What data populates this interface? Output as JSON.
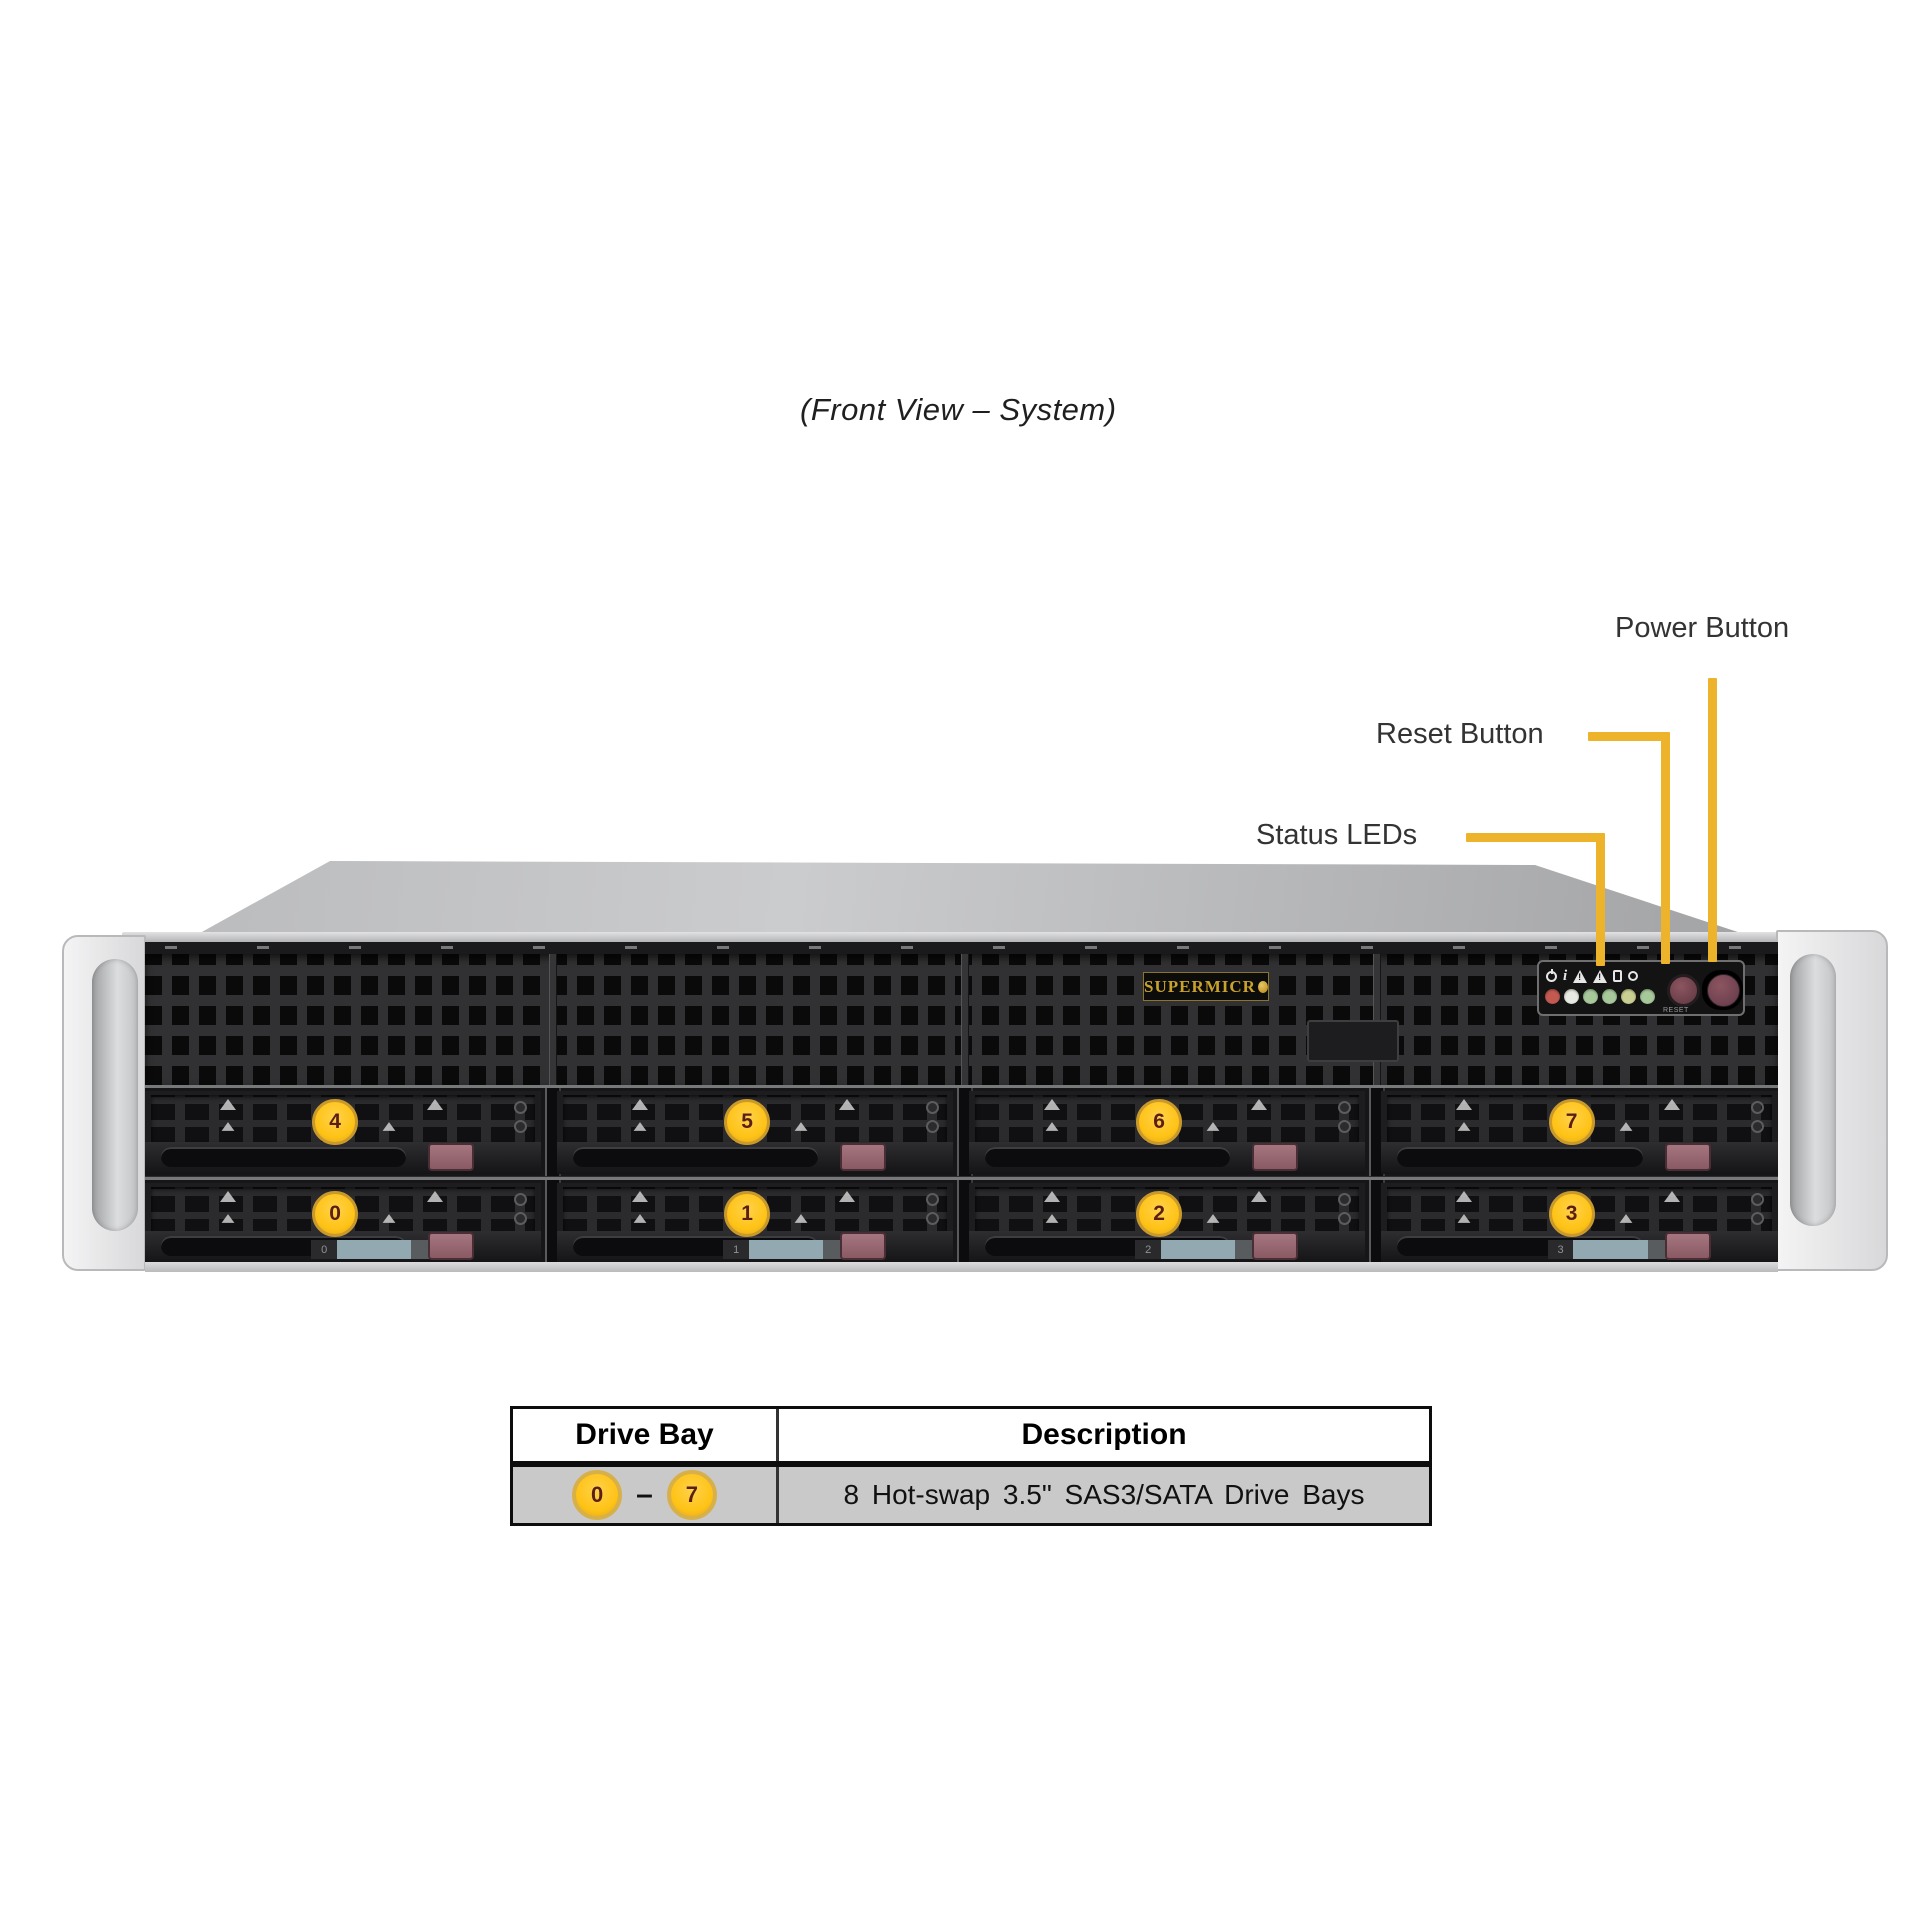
{
  "figure": {
    "caption": "(Front View – System)"
  },
  "callouts": [
    {
      "label": "Power Button"
    },
    {
      "label": "Reset Button"
    },
    {
      "label": "Status LEDs"
    }
  ],
  "server": {
    "brand": "SUPERMICRO",
    "brand_prefix": "SUPERMICR",
    "control_panel": {
      "reset_caption": "RESET",
      "status_icons": [
        "power-led-icon",
        "info-icon",
        "overheat-warning-icon",
        "alarm-warning-icon",
        "nic-activity-icon",
        "power-icon"
      ],
      "led_colors": [
        "#C35A52",
        "#E9E9E3",
        "#A6C89B",
        "#A6C89B",
        "#C9CF92",
        "#A6C89B"
      ]
    },
    "drive_rows": [
      {
        "bays": [
          "4",
          "5",
          "6",
          "7"
        ]
      },
      {
        "bays": [
          "0",
          "1",
          "2",
          "3"
        ]
      }
    ],
    "bottom_tray_labels": [
      "0",
      "1",
      "2",
      "3"
    ]
  },
  "table": {
    "headers": [
      "Drive Bay",
      "Description"
    ],
    "row": {
      "bay_from": "0",
      "bay_to": "7",
      "separator": "–",
      "description": "8 Hot-swap 3.5\" SAS3/SATA Drive Bays"
    }
  },
  "colors": {
    "callout_gold": "#EDB32B",
    "badge_yellow": "#FFC316",
    "latch_maroon": "#94636C",
    "table_row_bg": "#C9C9C9"
  }
}
